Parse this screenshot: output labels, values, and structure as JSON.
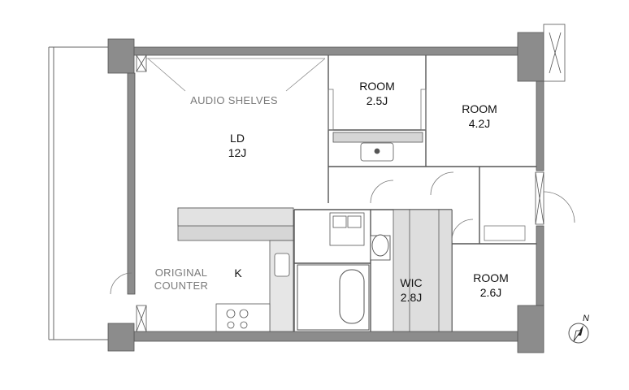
{
  "rooms": {
    "ld": {
      "name": "LD",
      "size": "12J"
    },
    "room_a": {
      "name": "ROOM",
      "size": "2.5J"
    },
    "room_b": {
      "name": "ROOM",
      "size": "4.2J"
    },
    "room_c": {
      "name": "ROOM",
      "size": "2.6J"
    },
    "wic": {
      "name": "WIC",
      "size": "2.8J"
    },
    "kitchen": {
      "name": "K"
    }
  },
  "notes": {
    "audio_shelves": "AUDIO SHELVES",
    "original_counter_line1": "ORIGINAL",
    "original_counter_line2": "COUNTER"
  },
  "compass": {
    "label": "N"
  },
  "colors": {
    "wall": "#8c8c8c",
    "line": "#555555",
    "counter": "#d6d6d6",
    "wic_fill": "#dedede",
    "background": "#ffffff"
  }
}
